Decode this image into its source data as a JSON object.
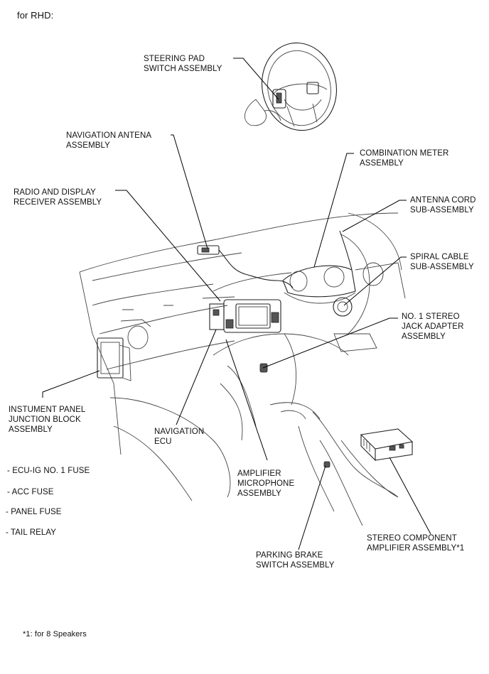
{
  "header": "for RHD:",
  "labels": {
    "steering_pad": "STEERING PAD\nSWITCH ASSEMBLY",
    "nav_antenna": "NAVIGATION ANTENA\nASSEMBLY",
    "combination_meter": "COMBINATION METER\nASSEMBLY",
    "radio_display": "RADIO AND DISPLAY\nRECEIVER ASSEMBLY",
    "antenna_cord": "ANTENNA CORD\nSUB-ASSEMBLY",
    "spiral_cable": "SPIRAL CABLE\nSUB-ASSEMBLY",
    "stereo_jack": "NO. 1 STEREO\nJACK ADAPTER\nASSEMBLY",
    "junction_block": "INSTUMENT PANEL\nJUNCTION BLOCK\nASSEMBLY",
    "navigation_ecu": "NAVIGATION\nECU",
    "amp_mic": "AMPLIFIER\nMICROPHONE\nASSEMBLY",
    "stereo_amp": "STEREO COMPONENT\nAMPLIFIER ASSEMBLY*1",
    "parking_brake": "PARKING BRAKE\nSWITCH ASSEMBLY"
  },
  "fuses": [
    "- ECU-IG NO. 1 FUSE",
    "- ACC FUSE",
    "- PANEL FUSE",
    "- TAIL RELAY"
  ],
  "footnote": "*1: for 8 Speakers"
}
